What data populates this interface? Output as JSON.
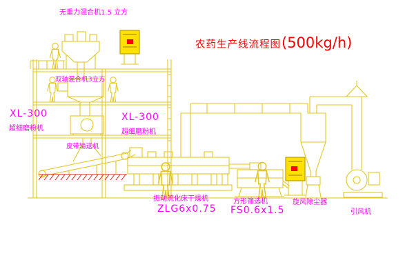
{
  "title": {
    "text": "农药生产线流程图",
    "capacity": "(500kg/h)"
  },
  "labels": {
    "top_mixer": "无重力混合机1.5 立方",
    "second_mixer": "双轴混合机3立方",
    "mill_left_model": "XL-300",
    "mill_left_name": "超细磨粉机",
    "mill_center_model": "XL-300",
    "mill_center_name": "超细磨粉机",
    "belt_conveyor": "皮带输送机",
    "dryer_name": "振动流化床干燥机",
    "dryer_model": "ZLG6x0.75",
    "sifter_name": "方形筛选机",
    "sifter_model": "FS0.6x1.5",
    "cyclone": "旋风除尘器",
    "fan": "引风机"
  },
  "colors": {
    "background": "#ffffff",
    "line": "#e3c622",
    "label": "#ff00ff",
    "title": "#ff0000",
    "cabinet_fill": "#ffe100",
    "button": "#ff0000",
    "hatch": "#ff1a1a"
  }
}
